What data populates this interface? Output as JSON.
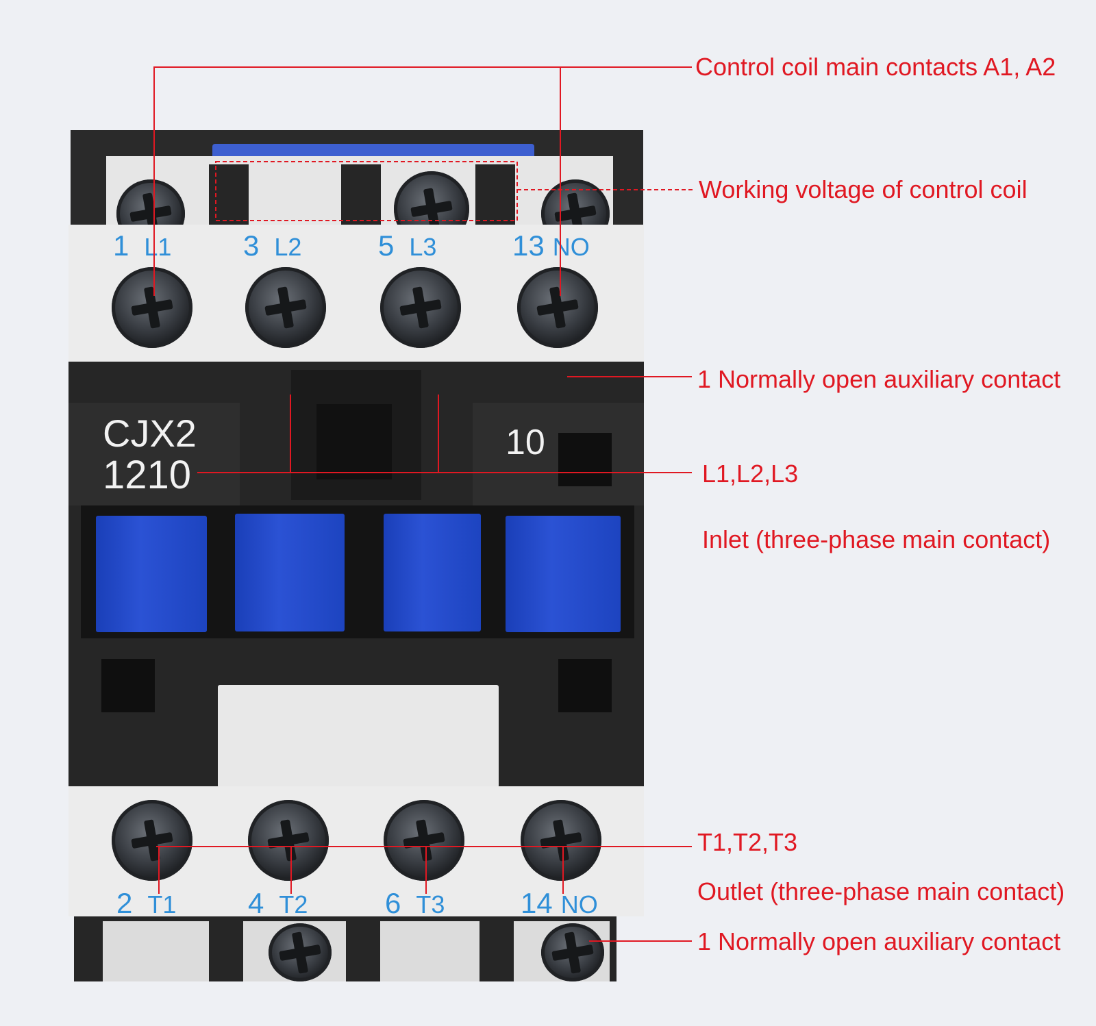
{
  "device": {
    "model_line1": "CJX2",
    "model_line2": "1210",
    "aux_code": "10",
    "top_terminals": [
      {
        "number": "1",
        "label": "L1"
      },
      {
        "number": "3",
        "label": "L2"
      },
      {
        "number": "5",
        "label": "L3"
      },
      {
        "number": "13",
        "label": "NO"
      }
    ],
    "bottom_terminals": [
      {
        "number": "2",
        "label": "T1"
      },
      {
        "number": "4",
        "label": "T2"
      },
      {
        "number": "6",
        "label": "T3"
      },
      {
        "number": "14",
        "label": "NO"
      }
    ]
  },
  "callouts": {
    "coil_contacts": "Control coil main contacts A1, A2",
    "coil_voltage": "Working voltage of control coil",
    "aux_top": "1 Normally open auxiliary contact",
    "inlet_label": "L1,L2,L3",
    "inlet_desc": "Inlet (three-phase main contact)",
    "outlet_label": "T1,T2,T3",
    "outlet_desc": "Outlet (three-phase main contact)",
    "aux_bottom": "1 Normally open auxiliary contact"
  },
  "colors": {
    "annotation": "#e01822",
    "terminal_text": "#2f8fd8",
    "body": "#262626",
    "button": "#2448c8"
  }
}
